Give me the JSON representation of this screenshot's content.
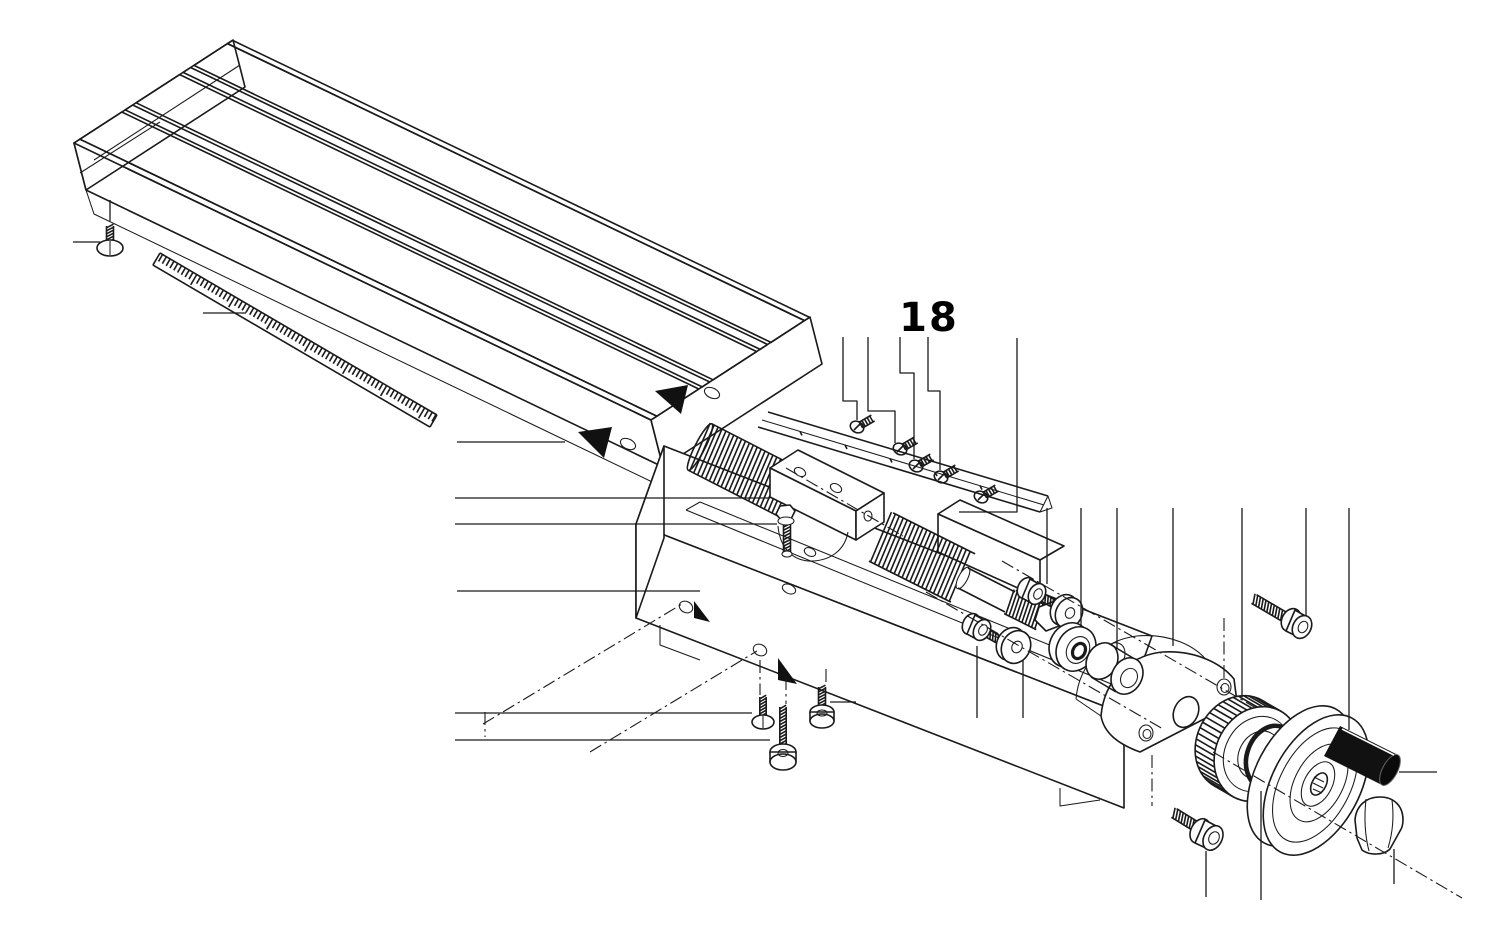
{
  "figure": {
    "label": "18",
    "type": "exploded-parts-diagram",
    "subject": "cross-slide table / leadscrew handwheel assembly",
    "colors": {
      "line": "#1a1a1a",
      "background": "#ffffff",
      "handle_fill": "#111111"
    },
    "parts": [
      "t-slot-table",
      "scale-ruler",
      "table-screw",
      "leadscrew",
      "leadscrew-nut-block",
      "nut-block-screw",
      "cover-strip",
      "strip-screws",
      "saddle",
      "saddle-screws",
      "shaft-hex-nut",
      "cap-screws-with-washers",
      "ball-bearing",
      "spacer-bushing",
      "bearing-block",
      "bearing-block-screws",
      "graduated-dial",
      "o-ring",
      "handwheel",
      "handwheel-handle",
      "cap-nut"
    ]
  }
}
